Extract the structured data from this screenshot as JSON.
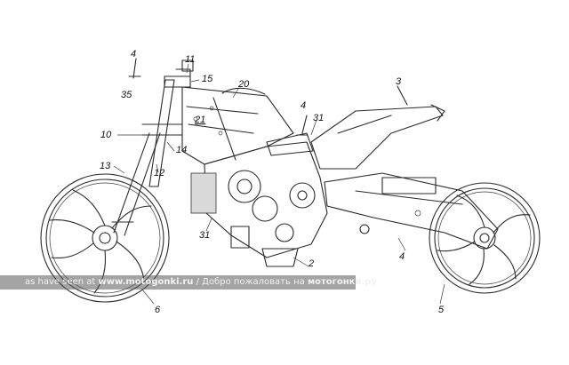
{
  "labels": {
    "l2": "2",
    "l3": "3",
    "l4a": "4",
    "l4b": "4",
    "l4c": "4",
    "l5": "5",
    "l6": "6",
    "l10": "10",
    "l11": "11",
    "l12": "12",
    "l13": "13",
    "l14": "14",
    "l15": "15",
    "l20": "20",
    "l21": "21",
    "l31a": "31",
    "l31b": "31",
    "l35": "35"
  },
  "watermark": {
    "prefix": "as have seen at ",
    "site": "www.motogonki.ru",
    "middle": " / Добро пожаловать на ",
    "brand": "мотогонки.ру"
  }
}
